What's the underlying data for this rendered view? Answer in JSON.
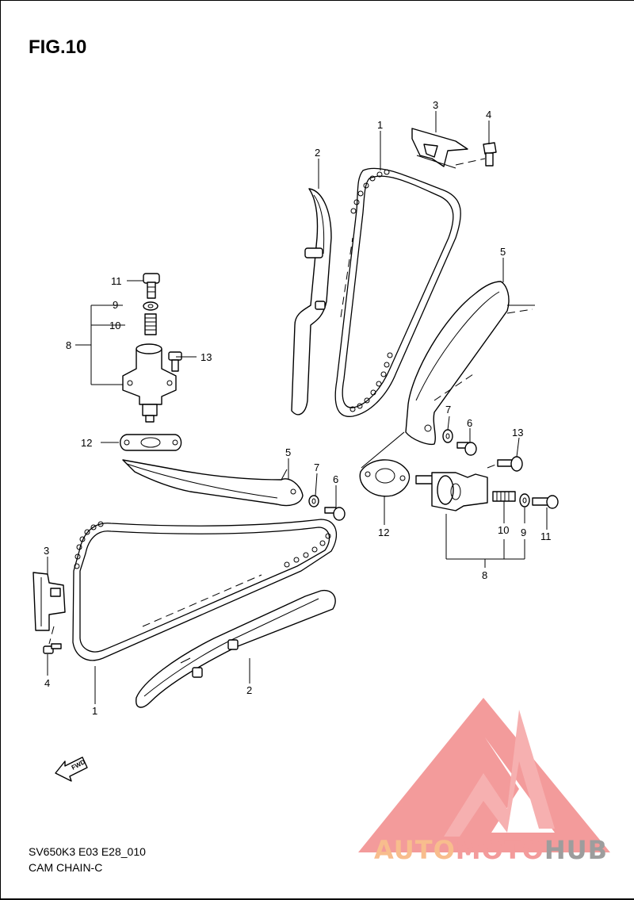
{
  "figure": {
    "title": "FIG.10"
  },
  "caption": {
    "model_code": "SV650K3 E03 E28_010",
    "name": "CAM CHAIN-C"
  },
  "callouts": {
    "top_chain": "1",
    "top_guide": "2",
    "top_holder": "3",
    "top_bolt": "4",
    "top_tensioner": "5",
    "top_tensioner_washer": "7",
    "top_tensioner_bolt": "6",
    "left_adj_bolt": "11",
    "left_adj_washer": "9",
    "left_adj_spring": "10",
    "left_adj_assy": "8",
    "left_adj_screw": "13",
    "left_gasket": "12",
    "mid_tensioner": "5",
    "mid_washer": "7",
    "mid_bolt": "6",
    "right_gasket": "12",
    "right_screw": "13",
    "right_spring": "10",
    "right_washer": "9",
    "right_bolt": "11",
    "right_adj_assy": "8",
    "bottom_holder": "3",
    "bottom_bolt": "4",
    "bottom_chain": "1",
    "bottom_guide": "2"
  },
  "fwd_arrow": {
    "label": "FWD"
  },
  "watermark": {
    "text_part1": "AUTO",
    "text_part2": "MOTO",
    "text_part3": "HUB",
    "color_orange": "#f7b27a",
    "color_red": "#f28a8a",
    "color_grey": "#8c8c8c"
  }
}
